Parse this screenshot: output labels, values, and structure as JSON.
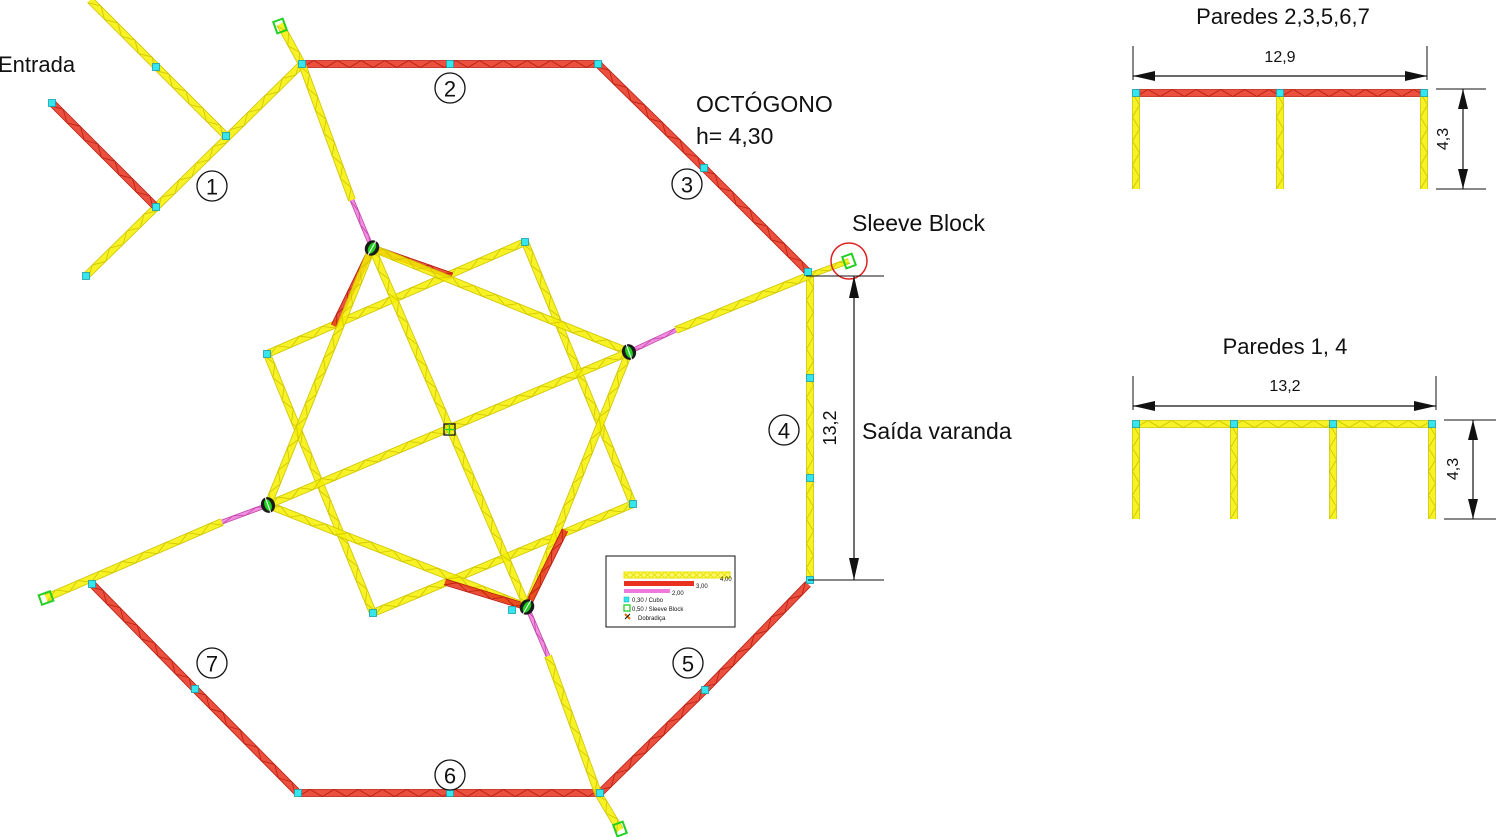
{
  "labels": {
    "entrada": "Entrada",
    "octogono": "OCTÓGONO",
    "altura": "h= 4,30",
    "sleeve_block": "Sleeve Block",
    "saida_varanda": "Saída varanda",
    "dim_vertical": "13,2"
  },
  "wall_numbers": [
    "1",
    "2",
    "3",
    "4",
    "5",
    "6",
    "7"
  ],
  "elevation_a": {
    "title": "Paredes 2,3,5,6,7",
    "width": "12,9",
    "height": "4,3"
  },
  "elevation_b": {
    "title": "Paredes 1, 4",
    "width": "13,2",
    "height": "4,3"
  },
  "legend": {
    "truss_4": "4,00",
    "truss_3": "3,00",
    "truss_2": "2,00",
    "cubo": "0,30 / Cubo",
    "sleeve": "0,50 / Sleeve Block",
    "dobradica": "Dobradiça"
  },
  "colors": {
    "truss_4m": "#f5f000",
    "truss_3m": "#e8321e",
    "truss_2m": "#f07adc",
    "cubo": "#35e6f0",
    "sleeve_block": "#22d022",
    "highlight": "#e02020"
  }
}
